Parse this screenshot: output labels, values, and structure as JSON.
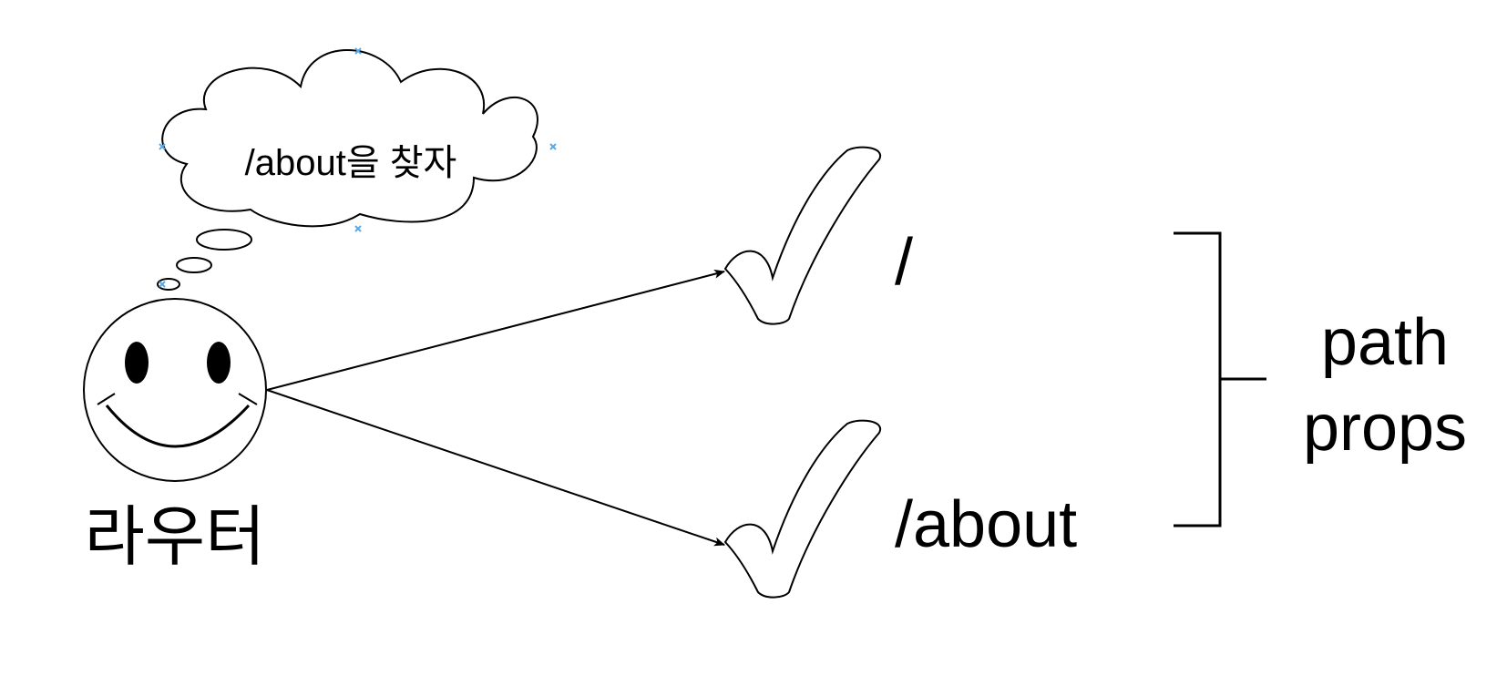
{
  "thought_bubble": {
    "text": "/about을 찾자"
  },
  "router": {
    "label": "라우터"
  },
  "routes": [
    {
      "path": "/"
    },
    {
      "path": "/about"
    }
  ],
  "bracket_label": {
    "line1": "path",
    "line2": "props"
  },
  "colors": {
    "stroke": "#000000",
    "background": "#ffffff",
    "handle_marker": "#5aa9e6"
  },
  "icons": {
    "router_face": "smiley-face-icon",
    "route_check": "checkmark-icon"
  }
}
